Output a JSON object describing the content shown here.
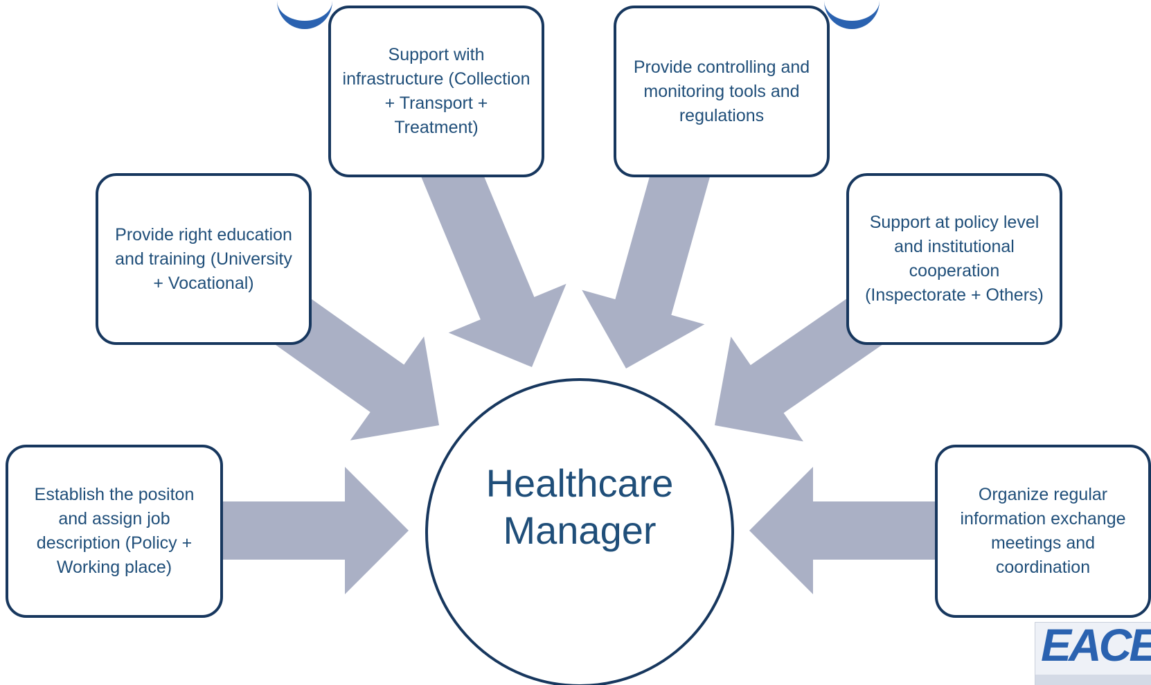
{
  "colors": {
    "border": "#17375e",
    "text": "#1f4e79",
    "arrow": "#aab0c5"
  },
  "center": {
    "label": "Healthcare Manager"
  },
  "boxes": {
    "infrastructure": "Support with infrastructure (Collection + Transport + Treatment)",
    "monitoring": "Provide controlling and monitoring tools and regulations",
    "education": "Provide right education and training (University + Vocational)",
    "policy": "Support at policy level and institutional cooperation (Inspectorate + Others)",
    "position": "Establish the positon and assign job description (Policy + Working place)",
    "meetings": "Organize regular information exchange meetings and coordination"
  },
  "logo": {
    "text": "EACEA"
  }
}
